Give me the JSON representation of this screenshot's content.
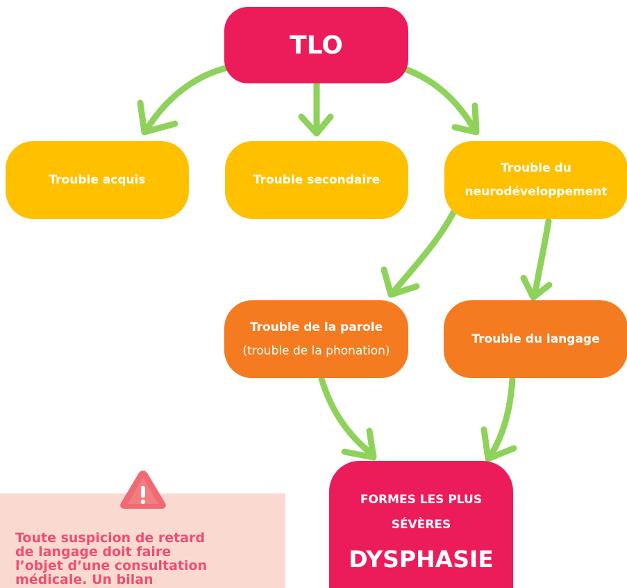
{
  "nodes": {
    "tlo": "TLO",
    "trouble_acquis": "Trouble acquis",
    "trouble_secondaire": "Trouble secondaire",
    "trouble_neuro": [
      "Trouble du",
      "neurodéveloppement"
    ],
    "trouble_parole": [
      "Trouble de la parole",
      "(trouble de la phonation)"
    ],
    "trouble_langage": "Trouble du langage",
    "dysphasie": [
      "FORMES LES PLUS",
      "SÉVÈRES",
      "DYSPHASIE"
    ]
  },
  "warning": {
    "icon": "warning-triangle-icon",
    "lines": [
      "Toute suspicion de retard",
      "de langage doit faire",
      "l’objet d’une consultation",
      "médicale. Un bilan"
    ]
  },
  "colors": {
    "pink": "#ec1c5b",
    "yellow": "#ffc000",
    "orange": "#f47b20",
    "arrow": "#8fd25b",
    "warning_bg": "#fadad0",
    "warning_text": "#ef4e6e"
  }
}
